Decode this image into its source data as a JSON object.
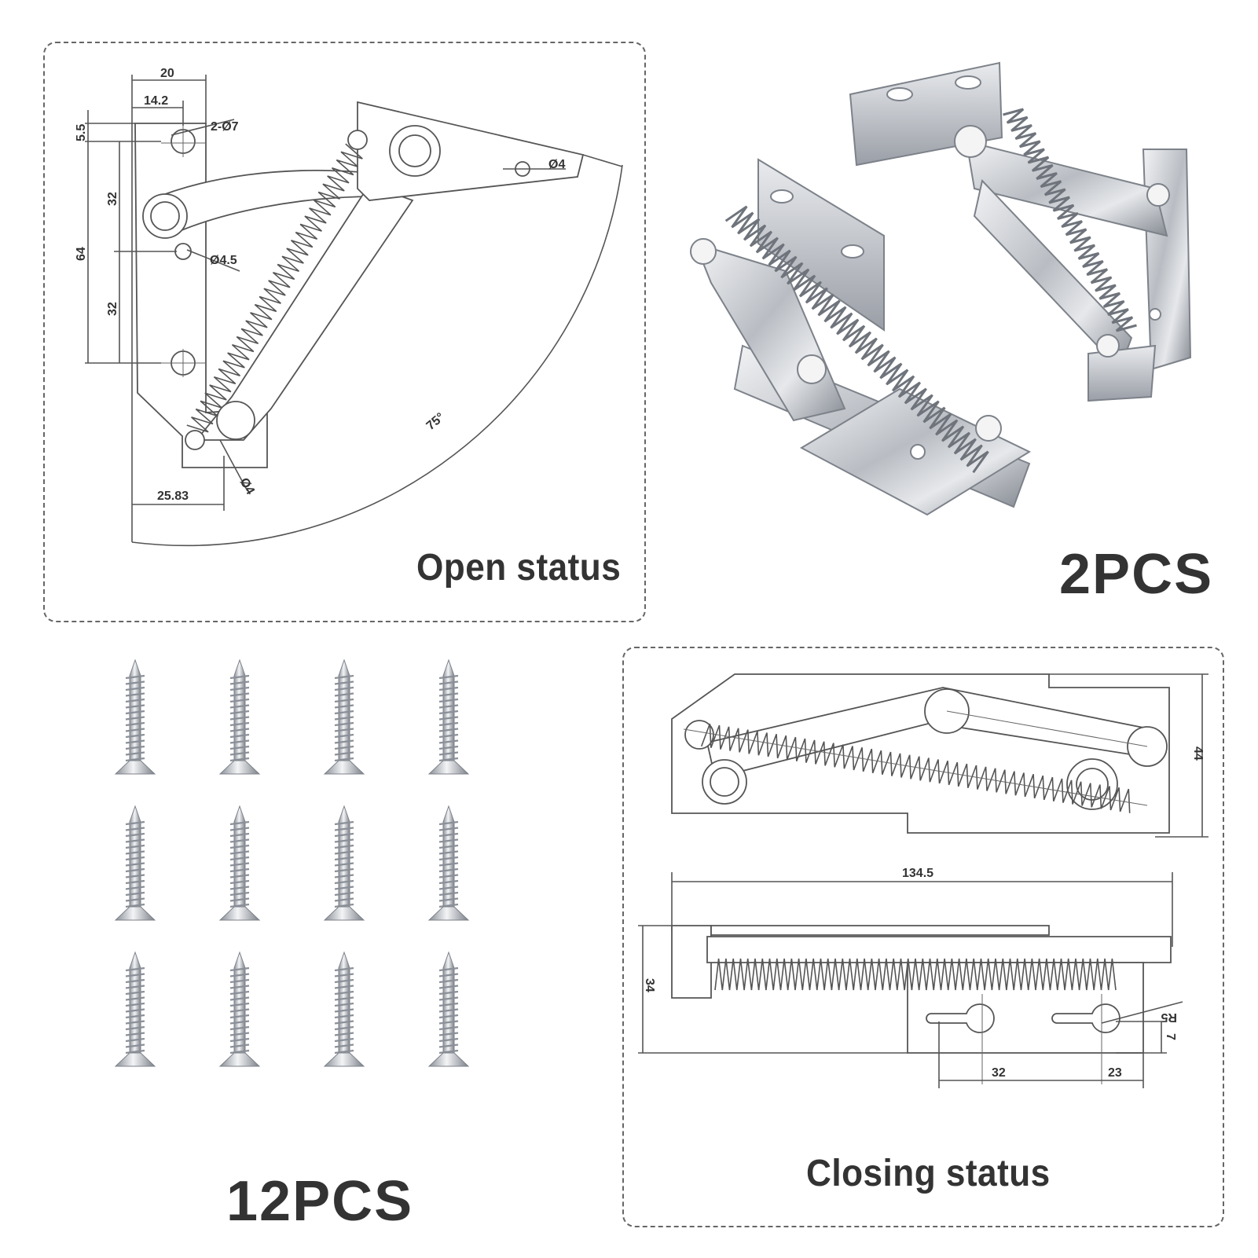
{
  "open_view": {
    "caption": "Open status",
    "dims": {
      "width_top": "20",
      "offset_top": "14.2",
      "edge_gap": "5.5",
      "holes": "2-Ø7",
      "span_upper": "32",
      "span_total": "64",
      "span_lower": "32",
      "pivot_hole": "Ø4.5",
      "tip_hole": "Ø4",
      "angle": "75°",
      "base_offset": "25.83",
      "base_hole": "Ø4"
    }
  },
  "hinges": {
    "count_label": "2PCS"
  },
  "screws": {
    "count_label": "12PCS"
  },
  "closing_view": {
    "caption": "Closing status",
    "dims": {
      "height": "44",
      "length": "134.5",
      "depth": "34",
      "slot_radius": "R5",
      "slot_offset": "7",
      "slot_pitch": "32",
      "slot_edge": "23"
    }
  },
  "colors": {
    "ink": "#333333",
    "line": "#555555",
    "metal": "#c9ccd1",
    "metal_dark": "#7d828a"
  }
}
